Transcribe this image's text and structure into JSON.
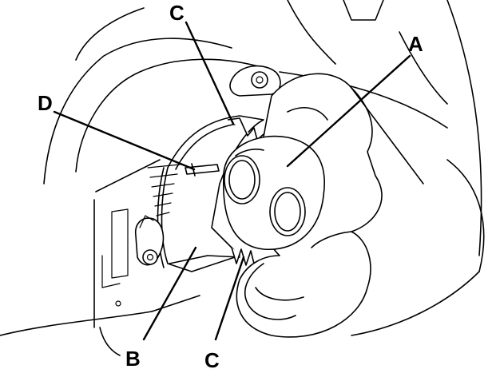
{
  "callouts": {
    "a": "A",
    "b": "B",
    "c_top": "C",
    "c_bottom": "C",
    "d": "D"
  }
}
